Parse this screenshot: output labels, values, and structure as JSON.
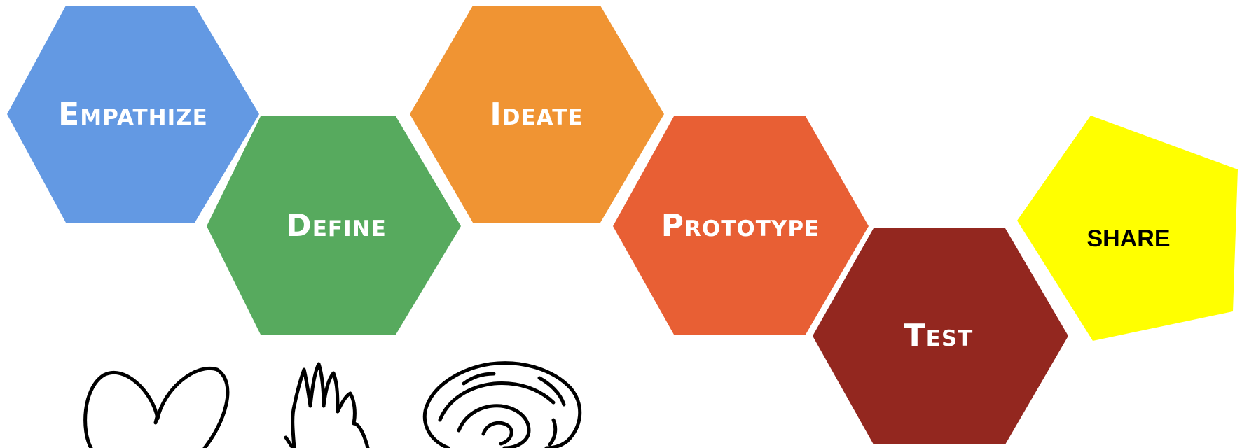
{
  "stages": [
    {
      "id": "empathize",
      "label": "Empathize",
      "color": "#6399e3"
    },
    {
      "id": "define",
      "label": "Define",
      "color": "#57aa5e"
    },
    {
      "id": "ideate",
      "label": "Ideate",
      "color": "#f09433"
    },
    {
      "id": "prototype",
      "label": "Prototype",
      "color": "#e85f34"
    },
    {
      "id": "test",
      "label": "Test",
      "color": "#93271f"
    }
  ],
  "share": {
    "label": "SHARE",
    "color": "#ffff00"
  },
  "icons": [
    "heart-icon",
    "hand-icon",
    "brain-icon"
  ]
}
